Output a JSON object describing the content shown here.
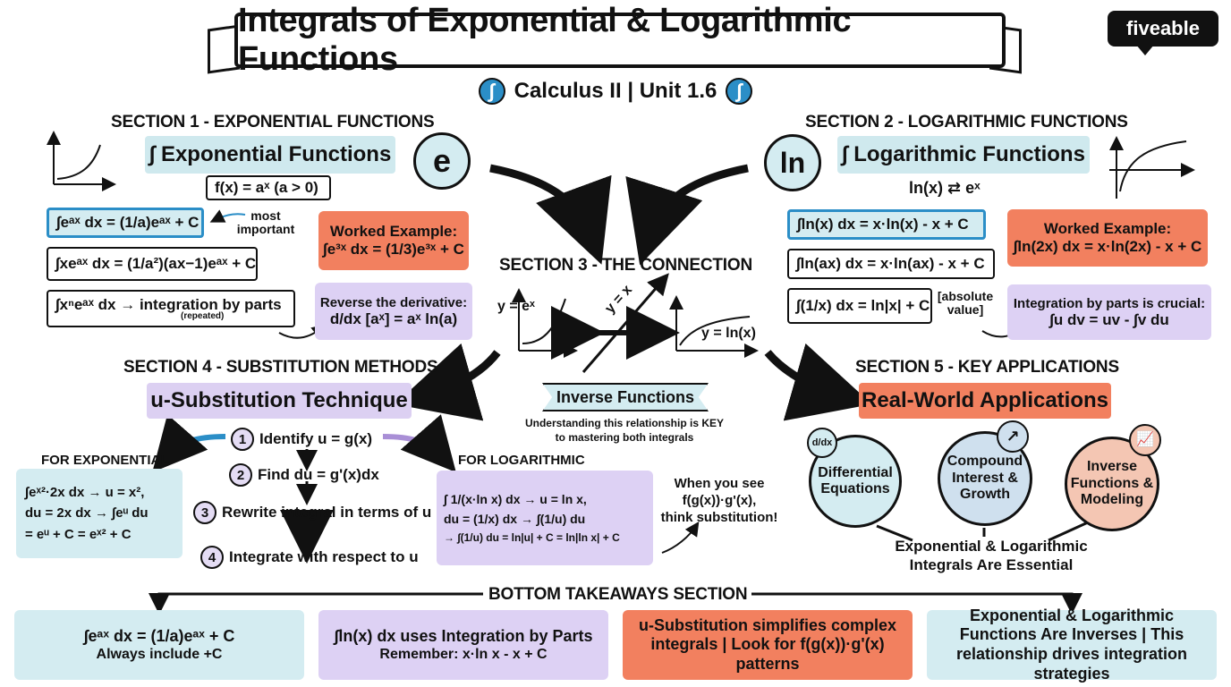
{
  "header": {
    "title": "Integrals of Exponential & Logarithmic Functions",
    "subtitle": "Calculus II | Unit 1.6",
    "integral_glyph": "∫",
    "logo": "fiveable"
  },
  "section1": {
    "heading": "SECTION 1 - EXPONENTIAL FUNCTIONS",
    "pill": "∫ Exponential Functions",
    "symbol": "e",
    "definition": "f(x) = aˣ (a > 0)",
    "formula_1": "∫eᵃˣ dx = (1/a)eᵃˣ + C",
    "formula_1_note": "most important",
    "formula_2": "∫xeᵃˣ dx = (1/a²)(ax−1)eᵃˣ + C",
    "formula_3": "∫xⁿeᵃˣ dx → integration by parts",
    "formula_3_note": "(repeated)",
    "worked_title": "Worked Example:",
    "worked_body": "∫e³ˣ dx = (1/3)e³ˣ + C",
    "reverse_title": "Reverse the derivative:",
    "reverse_body": "d/dx [aˣ] = aˣ ln(a)"
  },
  "section2": {
    "heading": "SECTION 2 - LOGARITHMIC FUNCTIONS",
    "pill": "∫ Logarithmic Functions",
    "symbol": "ln",
    "relation": "ln(x) ⇄ eˣ",
    "formula_1": "∫ln(x) dx = x·ln(x) - x + C",
    "formula_2": "∫ln(ax) dx = x·ln(ax) - x + C",
    "formula_3": "∫(1/x) dx = ln|x| + C",
    "formula_3_note": "[absolute value]",
    "worked_title": "Worked Example:",
    "worked_body": "∫ln(2x) dx = x·ln(2x) - x + C",
    "parts_title": "Integration by parts is crucial:",
    "parts_body": "∫u dv = uv - ∫v du"
  },
  "section3": {
    "heading": "SECTION 3 - THE CONNECTION",
    "label_exp": "y = eˣ",
    "label_line": "y = x",
    "label_ln": "y = ln(x)",
    "ribbon": "Inverse Functions",
    "note_1": "Understanding this relationship is KEY",
    "note_2": "to mastering both integrals"
  },
  "section4": {
    "heading": "SECTION 4 - SUBSTITUTION METHODS",
    "pill": "u-Substitution Technique",
    "steps": [
      {
        "num": "1",
        "text": "Identify u = g(x)"
      },
      {
        "num": "2",
        "text": "Find du = g'(x)dx"
      },
      {
        "num": "3",
        "text": "Rewrite integral in terms of u"
      },
      {
        "num": "4",
        "text": "Integrate with respect to u"
      }
    ],
    "exp_label": "FOR EXPONENTIAL",
    "exp_line_1": "∫eˣ²·2x dx → u = x²,",
    "exp_line_2": "du = 2x dx → ∫eᵘ du",
    "exp_line_3": "= eᵘ + C = eˣ² + C",
    "log_label": "FOR LOGARITHMIC",
    "log_line_1": "∫ 1/(x·ln x) dx → u = ln x,",
    "log_line_2": "du = (1/x) dx → ∫(1/u) du",
    "log_line_3": "→ ∫(1/u) du = ln|u| + C = ln|ln x| + C",
    "tip_1": "When you see",
    "tip_2": "f(g(x))·g'(x),",
    "tip_3": "think substitution!"
  },
  "section5": {
    "heading": "SECTION 5 - KEY APPLICATIONS",
    "pill": "Real-World Applications",
    "apps": [
      {
        "label": "Differential Equations",
        "badge": "d/dx"
      },
      {
        "label": "Compound Interest & Growth",
        "badge": "↗"
      },
      {
        "label": "Inverse Functions & Modeling",
        "badge": "📈"
      }
    ],
    "note_1": "Exponential & Logarithmic",
    "note_2": "Integrals Are Essential"
  },
  "bottom": {
    "heading": "BOTTOM TAKEAWAYS SECTION",
    "cards": [
      {
        "line_1": "∫eᵃˣ dx = (1/a)eᵃˣ + C",
        "line_2": "Always include +C"
      },
      {
        "line_1": "∫ln(x) dx uses Integration by Parts",
        "line_2": "Remember: x·ln x - x + C"
      },
      {
        "line_1": "u-Substitution simplifies complex integrals | Look for f(g(x))·g'(x) patterns",
        "line_2": ""
      },
      {
        "line_1": "Exponential & Logarithmic Functions Are Inverses | This relationship drives integration strategies",
        "line_2": ""
      }
    ]
  },
  "colors": {
    "blue": "#d4ecf1",
    "purple": "#ddd1f4",
    "orange": "#f2805f",
    "accent": "#2b8ec7"
  }
}
